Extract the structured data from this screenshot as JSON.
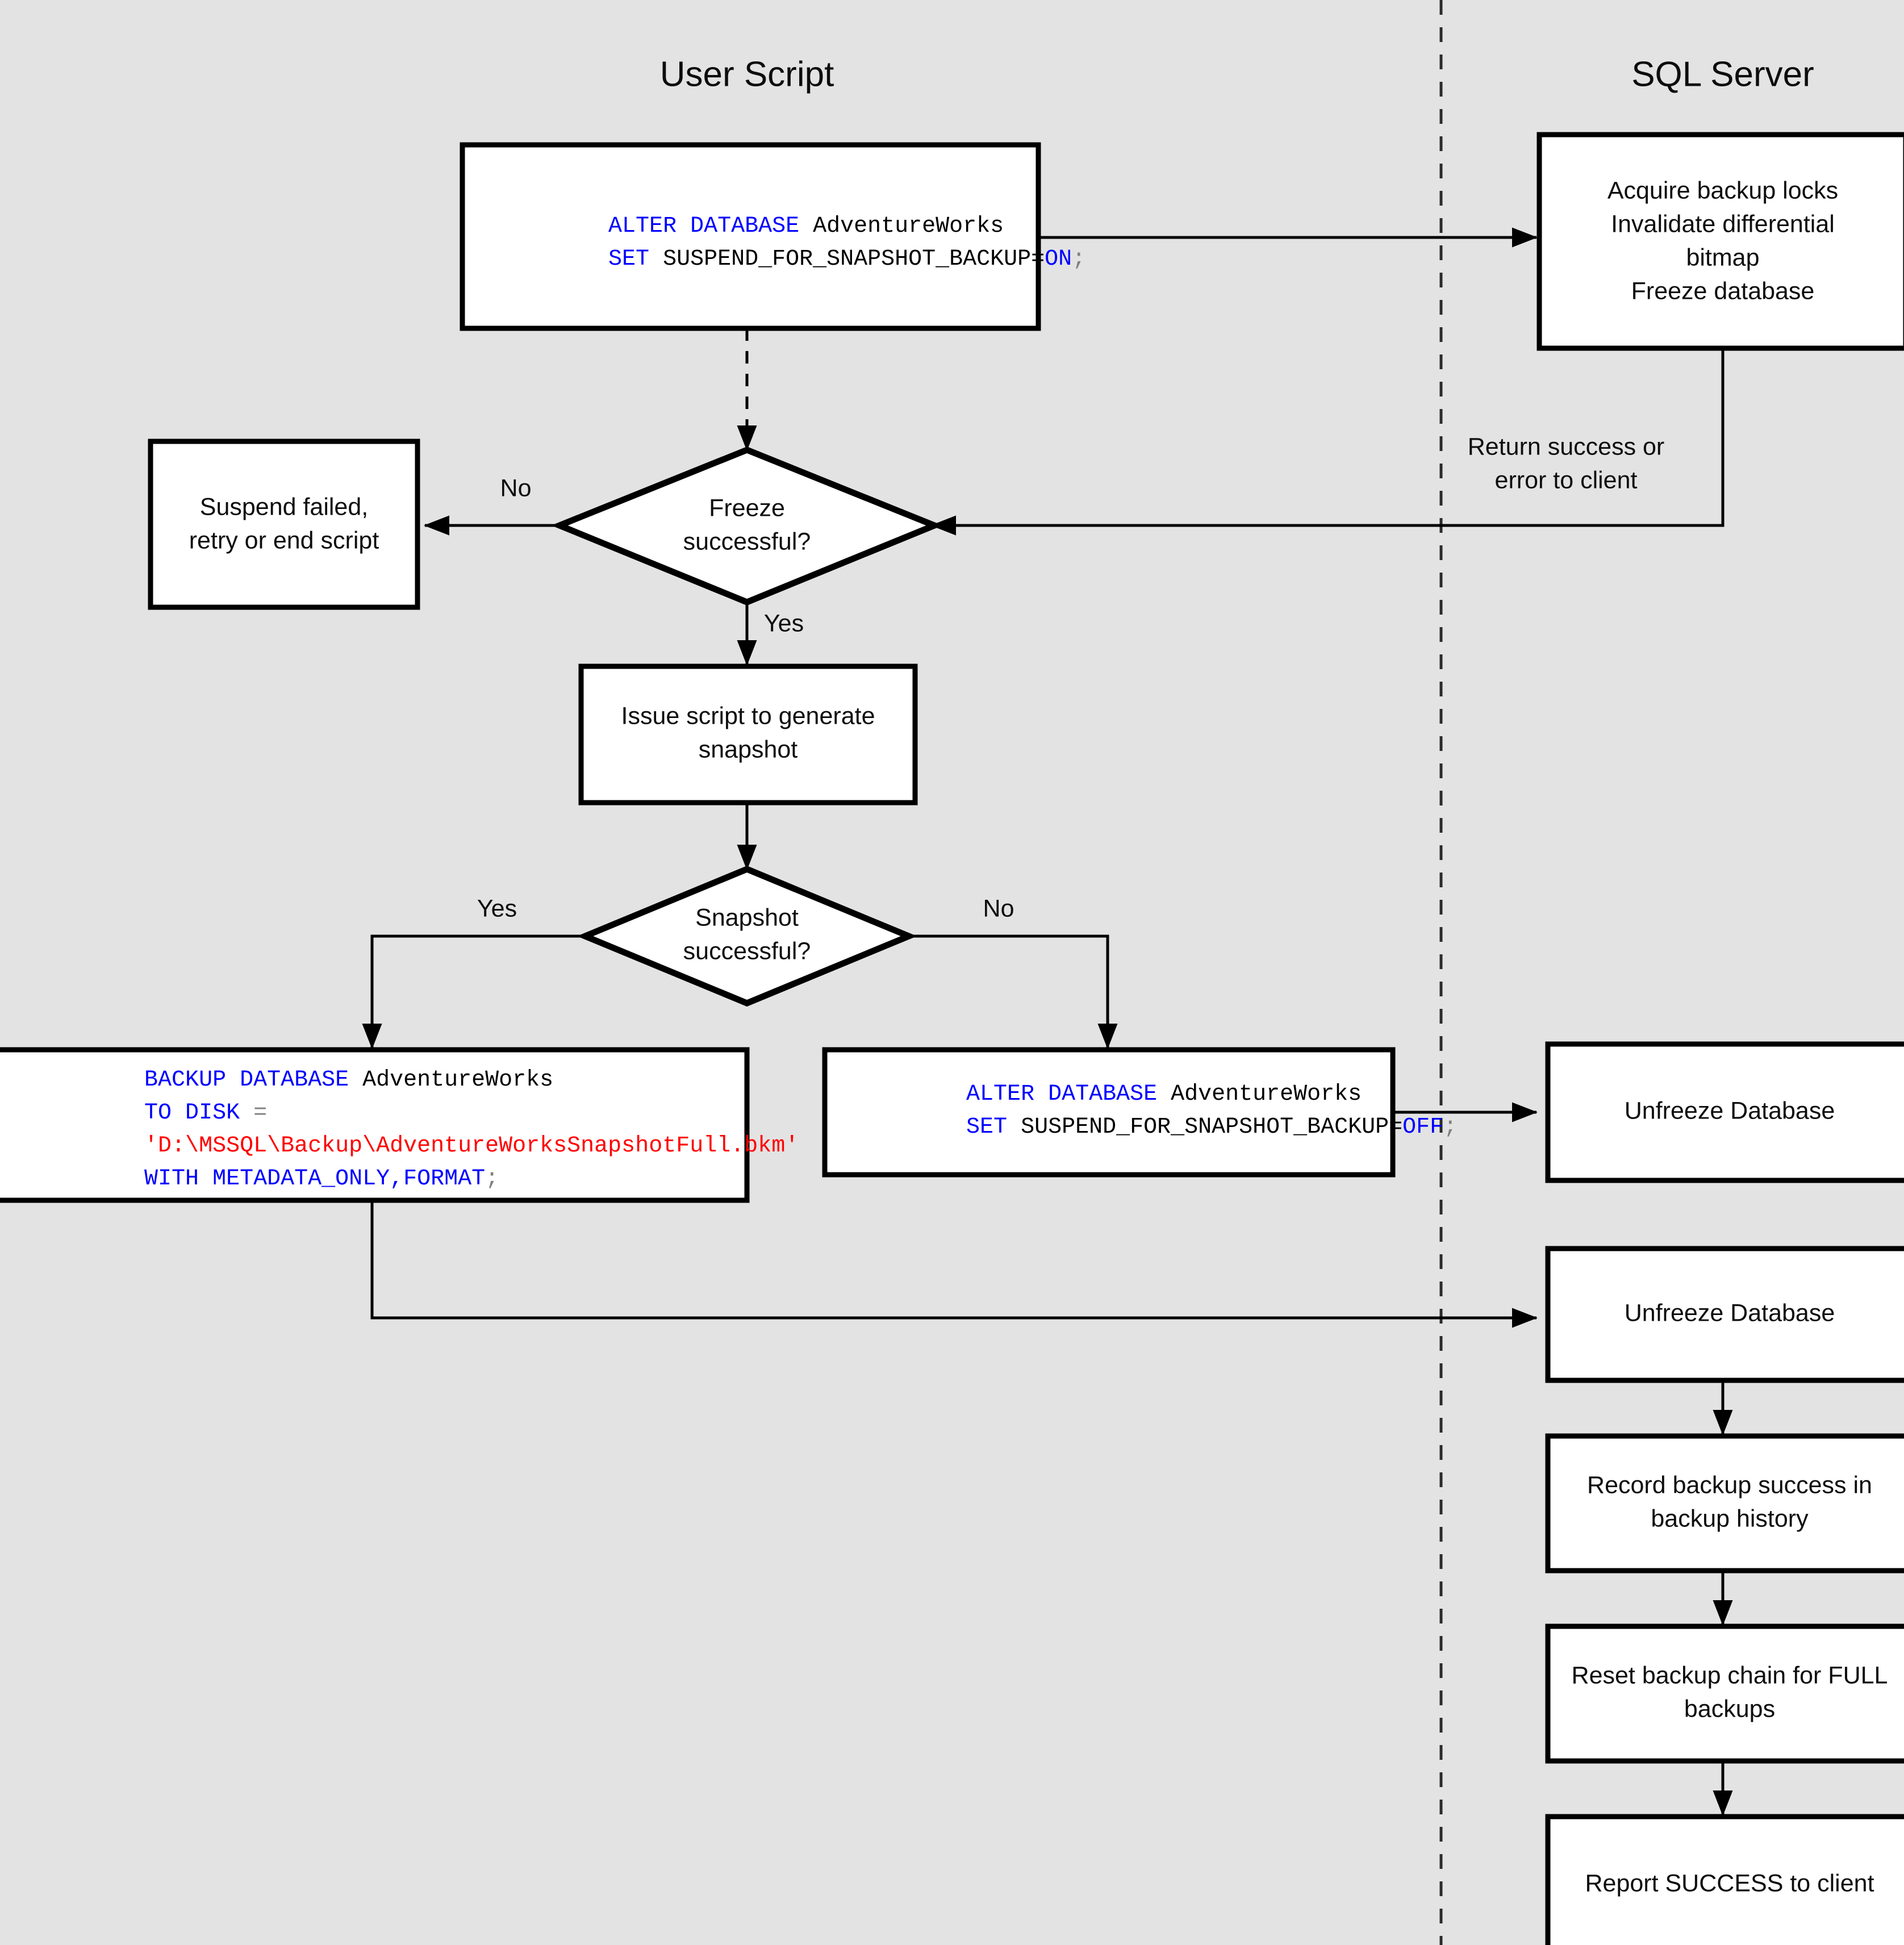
{
  "lanes": [
    {
      "id": "user-script",
      "title": "User Script"
    },
    {
      "id": "sql-server",
      "title": "SQL Server"
    }
  ],
  "nodes": {
    "alter_on": {
      "type": "code",
      "lines": [
        [
          {
            "t": "ALTER DATABASE ",
            "c": "kw"
          },
          {
            "t": "AdventureWorks",
            "c": "ident"
          }
        ],
        [
          {
            "t": "SET ",
            "c": "kw"
          },
          {
            "t": "SUSPEND_FOR_SNAPSHOT_BACKUP=",
            "c": "ident"
          },
          {
            "t": "ON",
            "c": "kw"
          },
          {
            "t": ";",
            "c": "punc"
          }
        ]
      ]
    },
    "acquire_locks": {
      "type": "process",
      "lines": [
        "Acquire backup locks",
        "Invalidate differential",
        "bitmap",
        "Freeze database"
      ]
    },
    "freeze_decision": {
      "type": "decision",
      "lines": [
        "Freeze",
        "successful?"
      ]
    },
    "suspend_failed": {
      "type": "process",
      "lines": [
        "Suspend failed,",
        "retry or end script"
      ]
    },
    "issue_script": {
      "type": "process",
      "lines": [
        "Issue script to generate",
        "snapshot"
      ]
    },
    "snapshot_decision": {
      "type": "decision",
      "lines": [
        "Snapshot",
        "successful?"
      ]
    },
    "backup_metadata": {
      "type": "code",
      "lines": [
        [
          {
            "t": "BACKUP DATABASE ",
            "c": "kw"
          },
          {
            "t": "AdventureWorks",
            "c": "ident"
          }
        ],
        [
          {
            "t": "TO DISK ",
            "c": "kw"
          },
          {
            "t": "=",
            "c": "punc"
          }
        ],
        [
          {
            "t": "'D:\\MSSQL\\Backup\\AdventureWorksSnapshotFull.bkm'",
            "c": "str"
          }
        ],
        [
          {
            "t": "WITH METADATA_ONLY,FORMAT",
            "c": "kw"
          },
          {
            "t": ";",
            "c": "punc"
          }
        ]
      ]
    },
    "alter_off": {
      "type": "code",
      "lines": [
        [
          {
            "t": "ALTER DATABASE ",
            "c": "kw"
          },
          {
            "t": "AdventureWorks",
            "c": "ident"
          }
        ],
        [
          {
            "t": "SET ",
            "c": "kw"
          },
          {
            "t": "SUSPEND_FOR_SNAPSHOT_BACKUP=",
            "c": "ident"
          },
          {
            "t": "OFF",
            "c": "kw"
          },
          {
            "t": ";",
            "c": "punc"
          }
        ]
      ]
    },
    "unfreeze_1": {
      "type": "process",
      "lines": [
        "Unfreeze Database"
      ]
    },
    "unfreeze_2": {
      "type": "process",
      "lines": [
        "Unfreeze Database"
      ]
    },
    "record_backup": {
      "type": "process",
      "lines": [
        "Record backup success in",
        "backup history"
      ]
    },
    "reset_chain": {
      "type": "process",
      "lines": [
        "Reset backup chain for FULL",
        "backups"
      ]
    },
    "report_success": {
      "type": "process",
      "lines": [
        "Report SUCCESS to client"
      ]
    }
  },
  "edge_labels": {
    "return_status": [
      "Return success or",
      "error to client"
    ],
    "freeze_no": "No",
    "freeze_yes": "Yes",
    "snapshot_yes": "Yes",
    "snapshot_no": "No"
  },
  "colors": {
    "background": "#e3e3e3",
    "shape_fill": "#ffffff",
    "stroke": "#000000",
    "keyword": "#0000ff",
    "string": "#ff0000",
    "punctuation": "#808080",
    "text": "#0d0d0d"
  }
}
